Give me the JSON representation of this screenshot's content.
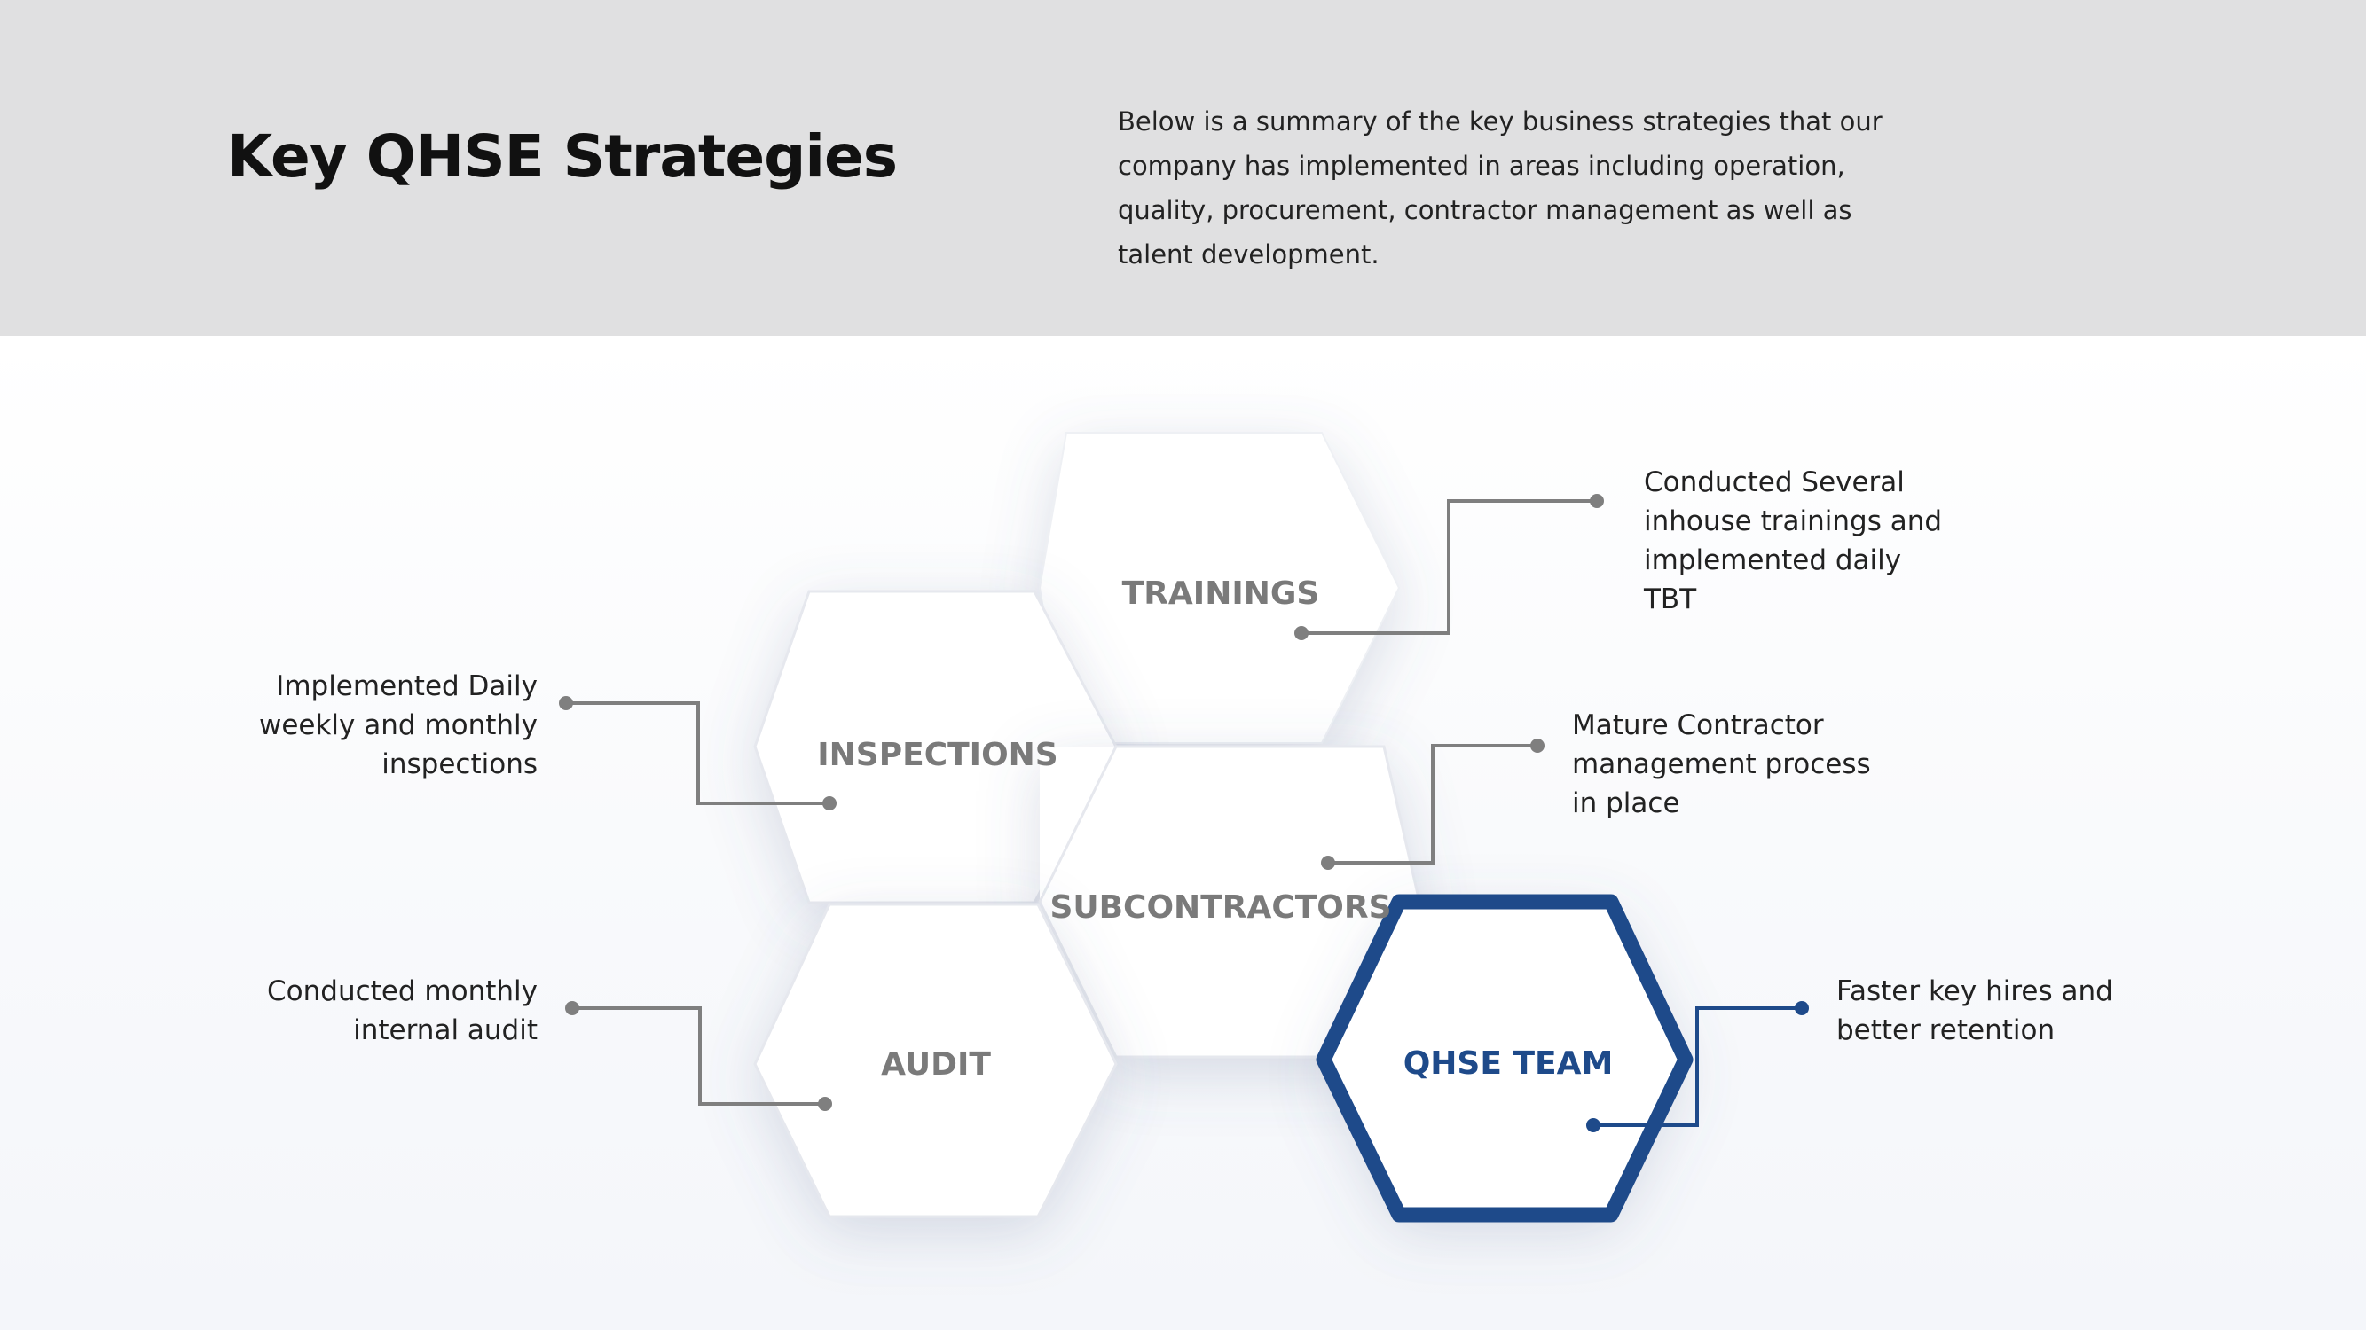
{
  "header": {
    "title": "Key QHSE Strategies",
    "summary": "Below is a summary of the key business strategies that our company has implemented in areas including operation, quality, procurement, contractor management as well as talent development."
  },
  "hexagons": {
    "trainings": "TRAININGS",
    "inspections": "INSPECTIONS",
    "subcontractors": "SUBCONTRACTORS",
    "audit": "AUDIT",
    "qhse_team": "QHSE TEAM"
  },
  "notes": {
    "trainings": [
      "Conducted Several",
      "inhouse trainings and",
      "implemented daily",
      "TBT"
    ],
    "inspections": [
      "Implemented Daily",
      "weekly and monthly",
      "inspections"
    ],
    "subcontractors": [
      "Mature Contractor",
      "management process",
      "in place"
    ],
    "audit": [
      "Conducted monthly",
      "internal audit"
    ],
    "qhse_team": [
      "Faster key hires and",
      "better retention"
    ]
  },
  "colors": {
    "header_band": "#e0e0e1",
    "hex_label": "#7a7a7a",
    "accent_blue": "#1e4a8a",
    "connector_gray": "#7f7f7f"
  }
}
